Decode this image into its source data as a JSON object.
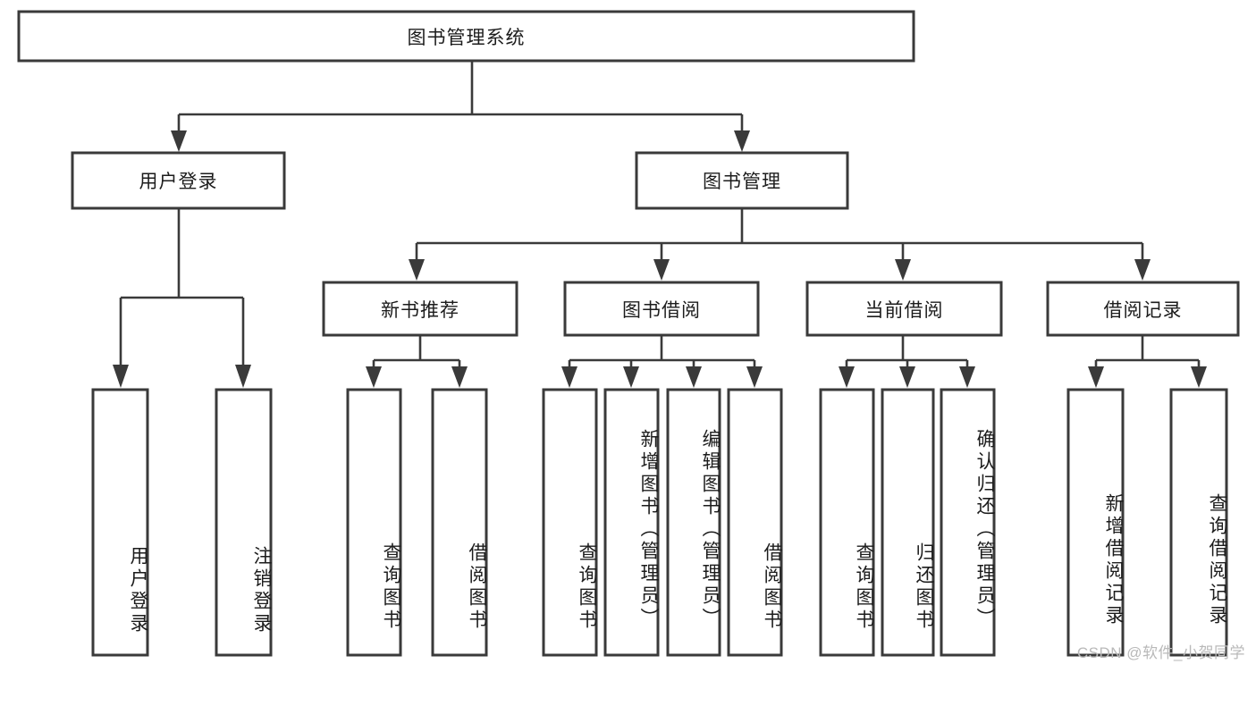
{
  "diagram": {
    "type": "tree-hierarchy-chart",
    "title": "图书管理系统",
    "watermark": "CSDN @软件_小贺同学",
    "colors": {
      "box_stroke": "#3a3a3a",
      "box_fill": "#ffffff",
      "connector": "#3a3a3a",
      "text": "#1c1c1c",
      "background": "#ffffff",
      "watermark": "#b9b9b9"
    },
    "root": {
      "label": "图书管理系统"
    },
    "level1": [
      {
        "label": "用户登录"
      },
      {
        "label": "图书管理"
      }
    ],
    "level2": [
      {
        "label": "新书推荐"
      },
      {
        "label": "图书借阅"
      },
      {
        "label": "当前借阅"
      },
      {
        "label": "借阅记录"
      }
    ],
    "leaves": {
      "user_login": [
        {
          "label": "用户登录"
        },
        {
          "label": "注销登录"
        }
      ],
      "new_book_recommend": [
        {
          "label": "查询图书"
        },
        {
          "label": "借阅图书"
        }
      ],
      "book_borrow": [
        {
          "label": "查询图书"
        },
        {
          "label": "新增图书（管理员）"
        },
        {
          "label": "编辑图书（管理员）"
        },
        {
          "label": "借阅图书"
        }
      ],
      "current_borrow": [
        {
          "label": "查询图书"
        },
        {
          "label": "归还图书"
        },
        {
          "label": "确认归还（管理员）"
        }
      ],
      "borrow_record": [
        {
          "label": "新增借阅记录"
        },
        {
          "label": "查询借阅记录"
        }
      ]
    }
  }
}
